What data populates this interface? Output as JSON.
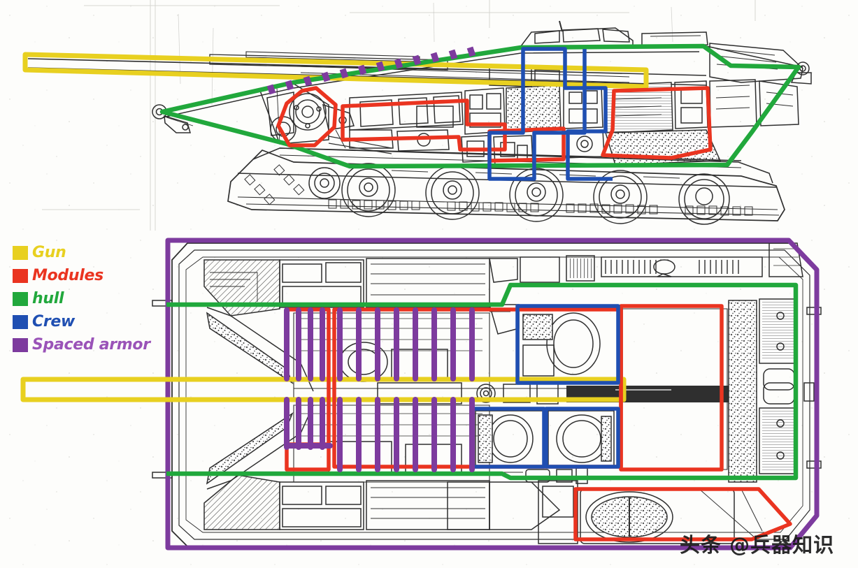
{
  "legend": {
    "items": [
      {
        "label": "Gun",
        "color": "#e8d020",
        "name": "legend-gun"
      },
      {
        "label": "Modules",
        "color": "#ea3420",
        "name": "legend-modules"
      },
      {
        "label": "hull",
        "color": "#21a83c",
        "name": "legend-hull"
      },
      {
        "label": "Crew",
        "color": "#1f4fb2",
        "name": "legend-crew"
      },
      {
        "label": "Spaced armor",
        "color": "#7d3b9e",
        "name": "legend-spaced-armor"
      }
    ]
  },
  "watermark": {
    "text": "头条 @兵器知识"
  },
  "colors": {
    "gun": "#e8d020",
    "modules": "#ea3420",
    "hull": "#21a83c",
    "crew": "#1f4fb2",
    "spaced_armor": "#7d3b9e",
    "blueprint_ink": "#3a3a3a",
    "paper": "#fdfdfb"
  },
  "views": {
    "side": {
      "title": "side-view-tank-blueprint"
    },
    "top": {
      "title": "top-view-tank-blueprint"
    }
  },
  "annotations": {
    "side": {
      "gun_barrel_outline": "yellow outline tracing main gun barrel and breech",
      "hull_outline": "green outline tracing hull silhouette incl. glacis wedge",
      "spaced_armor_dashes": "purple dashes along upper glacis plate",
      "module_boxes": "red outlines around transmission, powerpack and ammo stowage",
      "crew_boxes": "blue outlines around crew stations"
    },
    "top": {
      "hull_outer_outline": "purple outline around full hull plan",
      "hull_inner_outline": "green outline around inner hull plan",
      "gun_channel": "yellow rectangle along gun axis",
      "spaced_armor_bars": "purple vertical bars = side skirt spaced armor",
      "module_boxes": "red outlines around engine bay and ammo racks",
      "crew_boxes": "blue outlines around crew seats"
    }
  }
}
